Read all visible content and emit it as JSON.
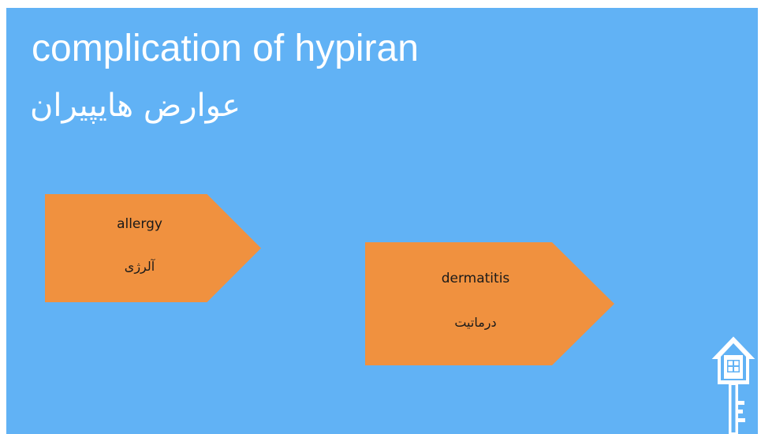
{
  "slide": {
    "title_en": "complication of hypiran",
    "title_fa": "عوارض هایپیران",
    "background_color": "#61b2f5"
  },
  "shapes": [
    {
      "label_en": "allergy",
      "label_fa": "آلرژی",
      "color": "#f0913f"
    },
    {
      "label_en": "dermatitis",
      "label_fa": "درماتیت",
      "color": "#f0913f"
    }
  ],
  "navigation": {
    "home_icon": "house-key-icon"
  }
}
